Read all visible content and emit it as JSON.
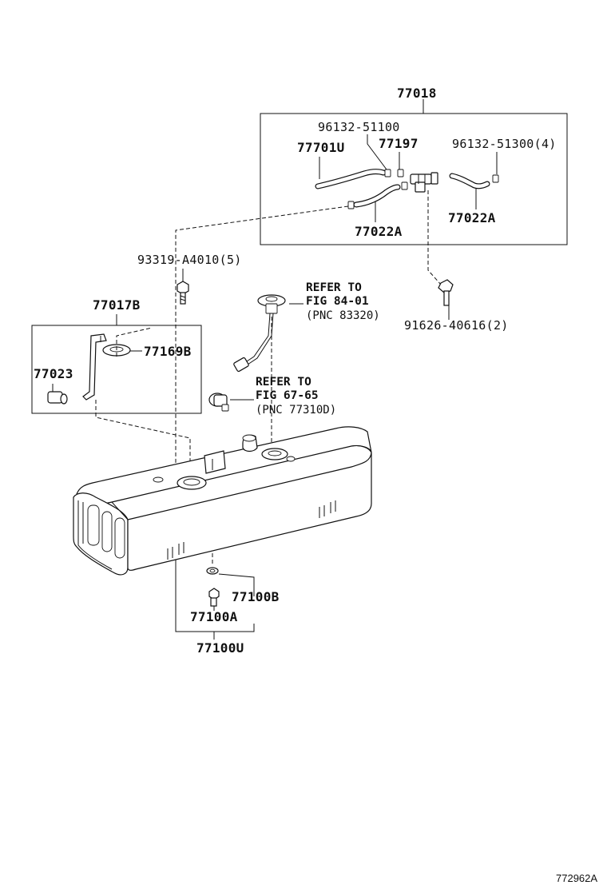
{
  "labels": {
    "p77018": "77018",
    "p96132_51100": "96132-51100",
    "p77701U": "77701U",
    "p77197": "77197",
    "p96132_51300": "96132-51300(4)",
    "p77022A_right": "77022A",
    "p77022A_left": "77022A",
    "p93319": "93319-A4010(5)",
    "p77017B": "77017B",
    "p77169B": "77169B",
    "p77023": "77023",
    "p91626": "91626-40616(2)",
    "p77100B": "77100B",
    "p77100A": "77100A",
    "p77100U": "77100U"
  },
  "references": {
    "ref1": {
      "line1": "REFER TO",
      "line2": "FIG 84-01",
      "line3": "(PNC 83320)"
    },
    "ref2": {
      "line1": "REFER TO",
      "line2": "FIG 67-65",
      "line3": "(PNC 77310D)"
    }
  },
  "figure_code": "772962A"
}
